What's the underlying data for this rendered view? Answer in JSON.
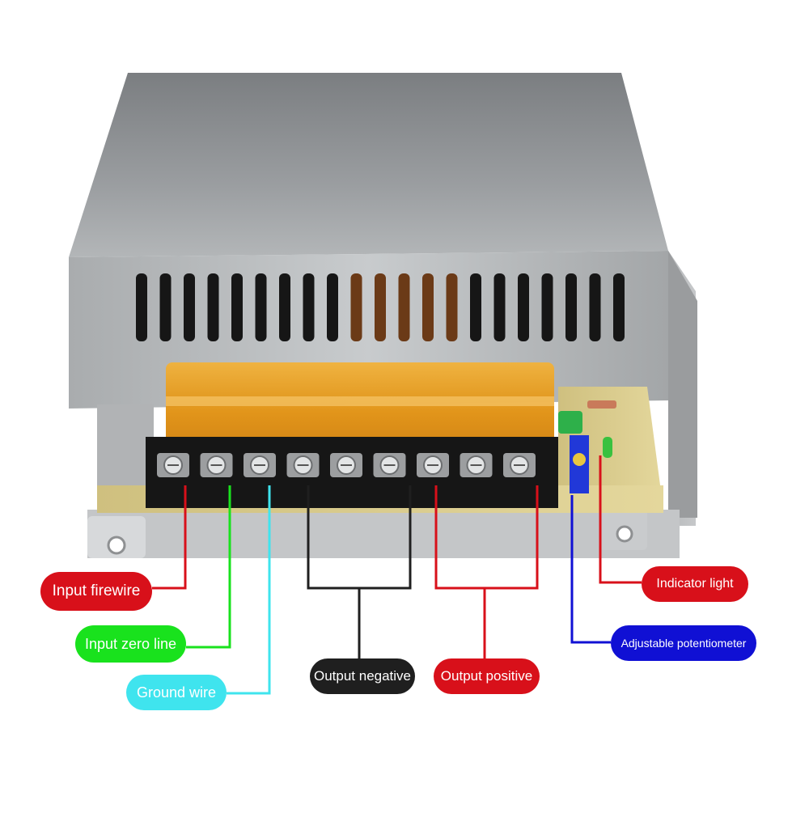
{
  "labels": {
    "input_firewire": "Input firewire",
    "input_zero_line": "Input zero line",
    "ground_wire": "Ground wire",
    "output_negative": "Output negative",
    "output_positive": "Output positive",
    "indicator_light": "Indicator light",
    "adjustable_potentiometer": "Adjustable potentiometer"
  },
  "colors": {
    "red": "#d8101a",
    "green": "#19e21d",
    "cyan": "#3fe4ee",
    "black": "#1f1f1f",
    "blue": "#1010d4",
    "case_top": "#8a8d90",
    "case_front": "#b9bcbf",
    "terminal_cover": "#e79a12",
    "terminal_block": "#151515",
    "pcb": "#d8c98a"
  },
  "terminals": [
    "1",
    "2",
    "3",
    "4",
    "5",
    "6",
    "7",
    "8",
    "9"
  ]
}
